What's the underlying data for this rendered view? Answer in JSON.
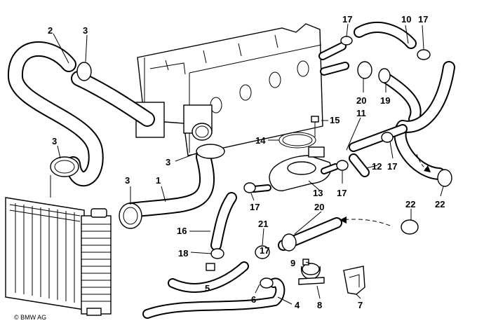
{
  "copyright": "© BMW AG",
  "callouts": [
    "1",
    "2",
    "3",
    "3",
    "3",
    "3",
    "4",
    "5",
    "6",
    "7",
    "8",
    "9",
    "10",
    "11",
    "12",
    "13",
    "14",
    "15",
    "16",
    "17",
    "17",
    "17",
    "17",
    "17",
    "17",
    "18",
    "19",
    "20",
    "20",
    "21",
    "22",
    "22"
  ]
}
